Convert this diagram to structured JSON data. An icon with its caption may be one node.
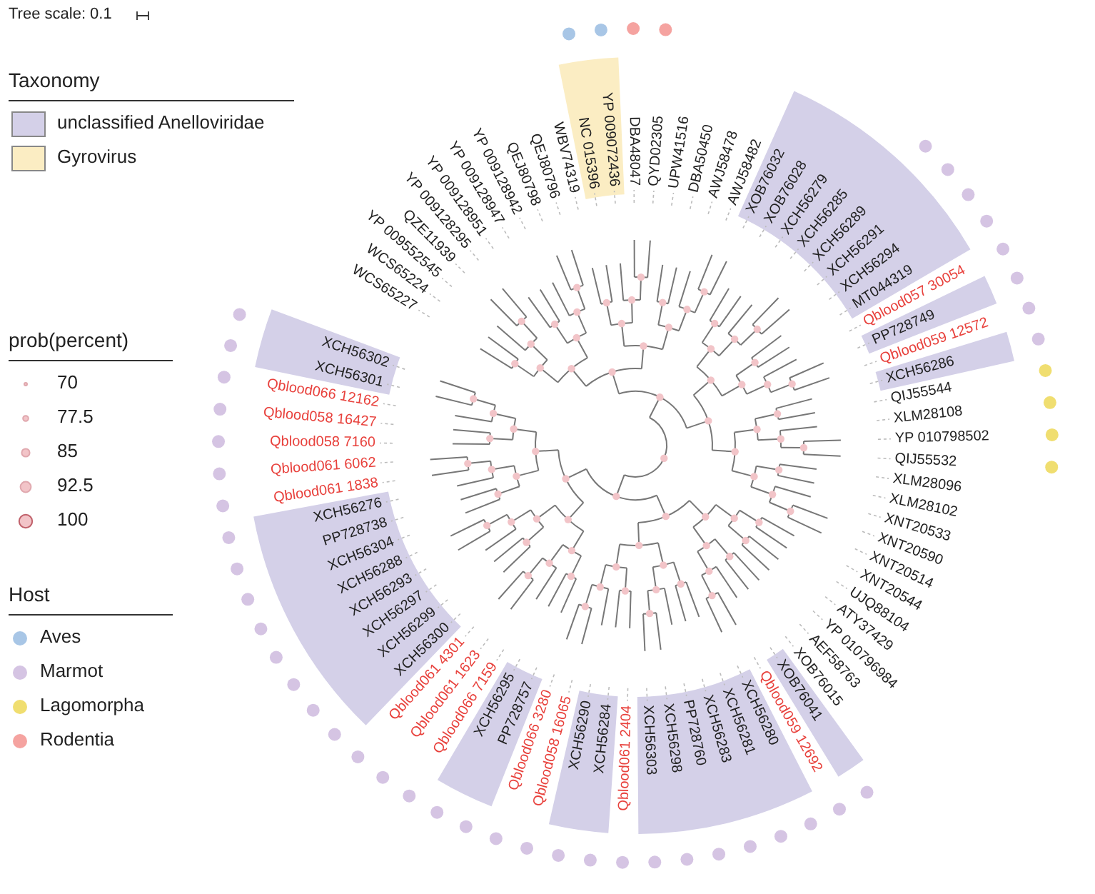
{
  "diagram": {
    "nodes": [
      {
        "text": [
          "NC 015396",
          "YP 009072436"
        ]
      },
      {
        "text": [
          "XOB76032",
          "XOB76028",
          "XCH56279",
          "XCH56285",
          "XCH56289",
          "XCH56291",
          "XCH56294",
          "MT044319"
        ]
      },
      {
        "text": [
          "PP728749"
        ]
      },
      {
        "text": [
          "XCH56286"
        ]
      },
      {
        "text": [
          "XOB76041"
        ]
      },
      {
        "text": [
          "XCH56280",
          "XCH56281",
          "XCH56283",
          "PP728760",
          "XCH56298",
          "XCH56303"
        ]
      },
      {
        "text": [
          "XCH56284",
          "XCH56290"
        ]
      },
      {
        "text": [
          "PP728757",
          "XCH56295"
        ]
      },
      {
        "text": [
          "XCH56300",
          "XCH56299",
          "XCH56297",
          "XCH56293",
          "XCH56288",
          "XCH56304",
          "PP728738",
          "XCH56276"
        ]
      },
      {
        "text": [
          "XCH56301",
          "XCH56302"
        ]
      }
    ],
    "labels": [
      "Tree scale: 0.1",
      "Taxonomy",
      "prob(percent)",
      "Host",
      "WCS65227",
      "WCS65224",
      "YP 009552545",
      "QZE11939",
      "YP 009128295",
      "YP 009128951",
      "YP 009128947",
      "YP 009128942",
      "QEJ80798",
      "QEJ80796",
      "WBV74319",
      "DBA48047",
      "QYD02305",
      "UPW41516",
      "DBA50450",
      "AWJ58478",
      "AWJ58482",
      "Qblood057 30054",
      "Qblood059 12572",
      "QIJ55544",
      "XLM28108",
      "YP 010798502",
      "QIJ55532",
      "XLM28096",
      "XLM28102",
      "XNT20533",
      "XNT20590",
      "XNT20514",
      "XNT20544",
      "UJQ88104",
      "ATY37429",
      "YP 010796984",
      "AEF58763",
      "XOB76015",
      "Qblood061 4301",
      "Qblood061 1623",
      "Qblood066 7159",
      "Qblood066 3280",
      "Qblood058 16065",
      "Qblood061 2404",
      "Qblood059 12692",
      "Qblood061 1838",
      "Qblood061 6062",
      "Qblood058 7160",
      "Qblood058 16427",
      "Qblood066 12162"
    ],
    "legend": [
      {
        "text": "unclassified Anelloviridae",
        "color": "#d4d0e8"
      },
      {
        "text": "Gyrovirus",
        "color": "#fbedc3"
      },
      {
        "text": "70"
      },
      {
        "text": "77.5"
      },
      {
        "text": "85"
      },
      {
        "text": "92.5"
      },
      {
        "text": "100"
      },
      {
        "text": "Aves",
        "color": "#a8c6e6"
      },
      {
        "text": "Marmot",
        "color": "#d5c4e3"
      },
      {
        "text": "Lagomorpha",
        "color": "#f0de70"
      },
      {
        "text": "Rodentia",
        "color": "#f5a3a0"
      }
    ]
  }
}
